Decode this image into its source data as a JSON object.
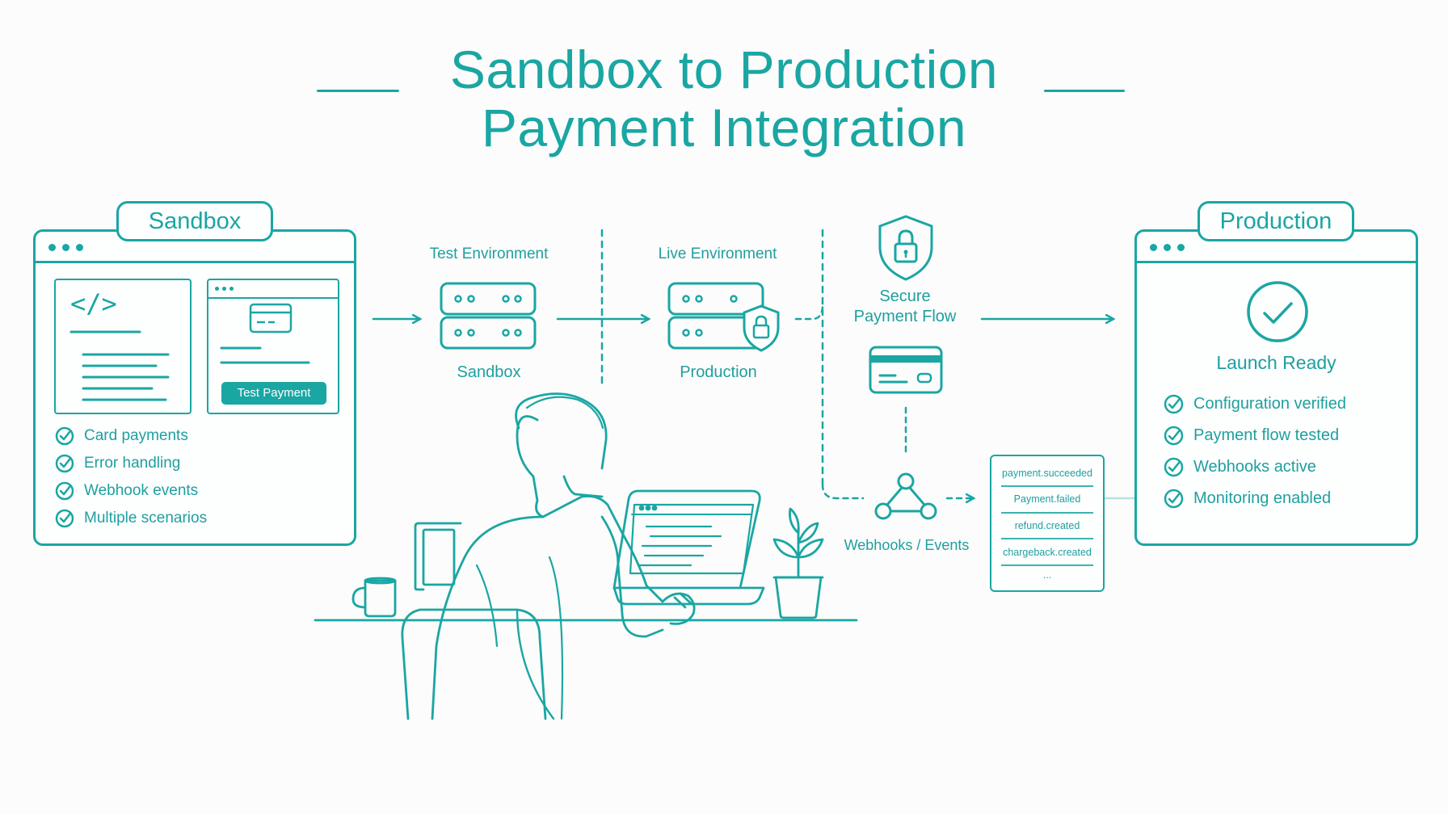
{
  "title": {
    "line1": "Sandbox to Production",
    "line2": "Payment Integration"
  },
  "sandbox_panel": {
    "tab": "Sandbox",
    "code_icon": "</>",
    "button": "Test Payment",
    "checklist": [
      "Card payments",
      "Error handling",
      "Webhook events",
      "Multiple scenarios"
    ]
  },
  "flow": {
    "test_env_label": "Test Environment",
    "test_env_caption": "Sandbox",
    "live_env_label": "Live Environment",
    "live_env_caption": "Production",
    "secure_flow_line1": "Secure",
    "secure_flow_line2": "Payment Flow",
    "webhooks_label": "Webhooks / Events"
  },
  "events": [
    "payment.succeeded",
    "Payment.failed",
    "refund.created",
    "chargeback.created",
    "..."
  ],
  "production_panel": {
    "tab": "Production",
    "status": "Launch Ready",
    "checklist": [
      "Configuration verified",
      "Payment flow tested",
      "Webhooks active",
      "Monitoring enabled"
    ]
  },
  "colors": {
    "accent": "#1aa6a3",
    "background": "#fbfcfb"
  },
  "icons": [
    "server-icon",
    "shield-lock-icon",
    "credit-card-icon",
    "webhook-icon",
    "check-circle-icon",
    "check-icon",
    "code-icon",
    "laptop-icon",
    "plant-icon",
    "mug-icon"
  ]
}
